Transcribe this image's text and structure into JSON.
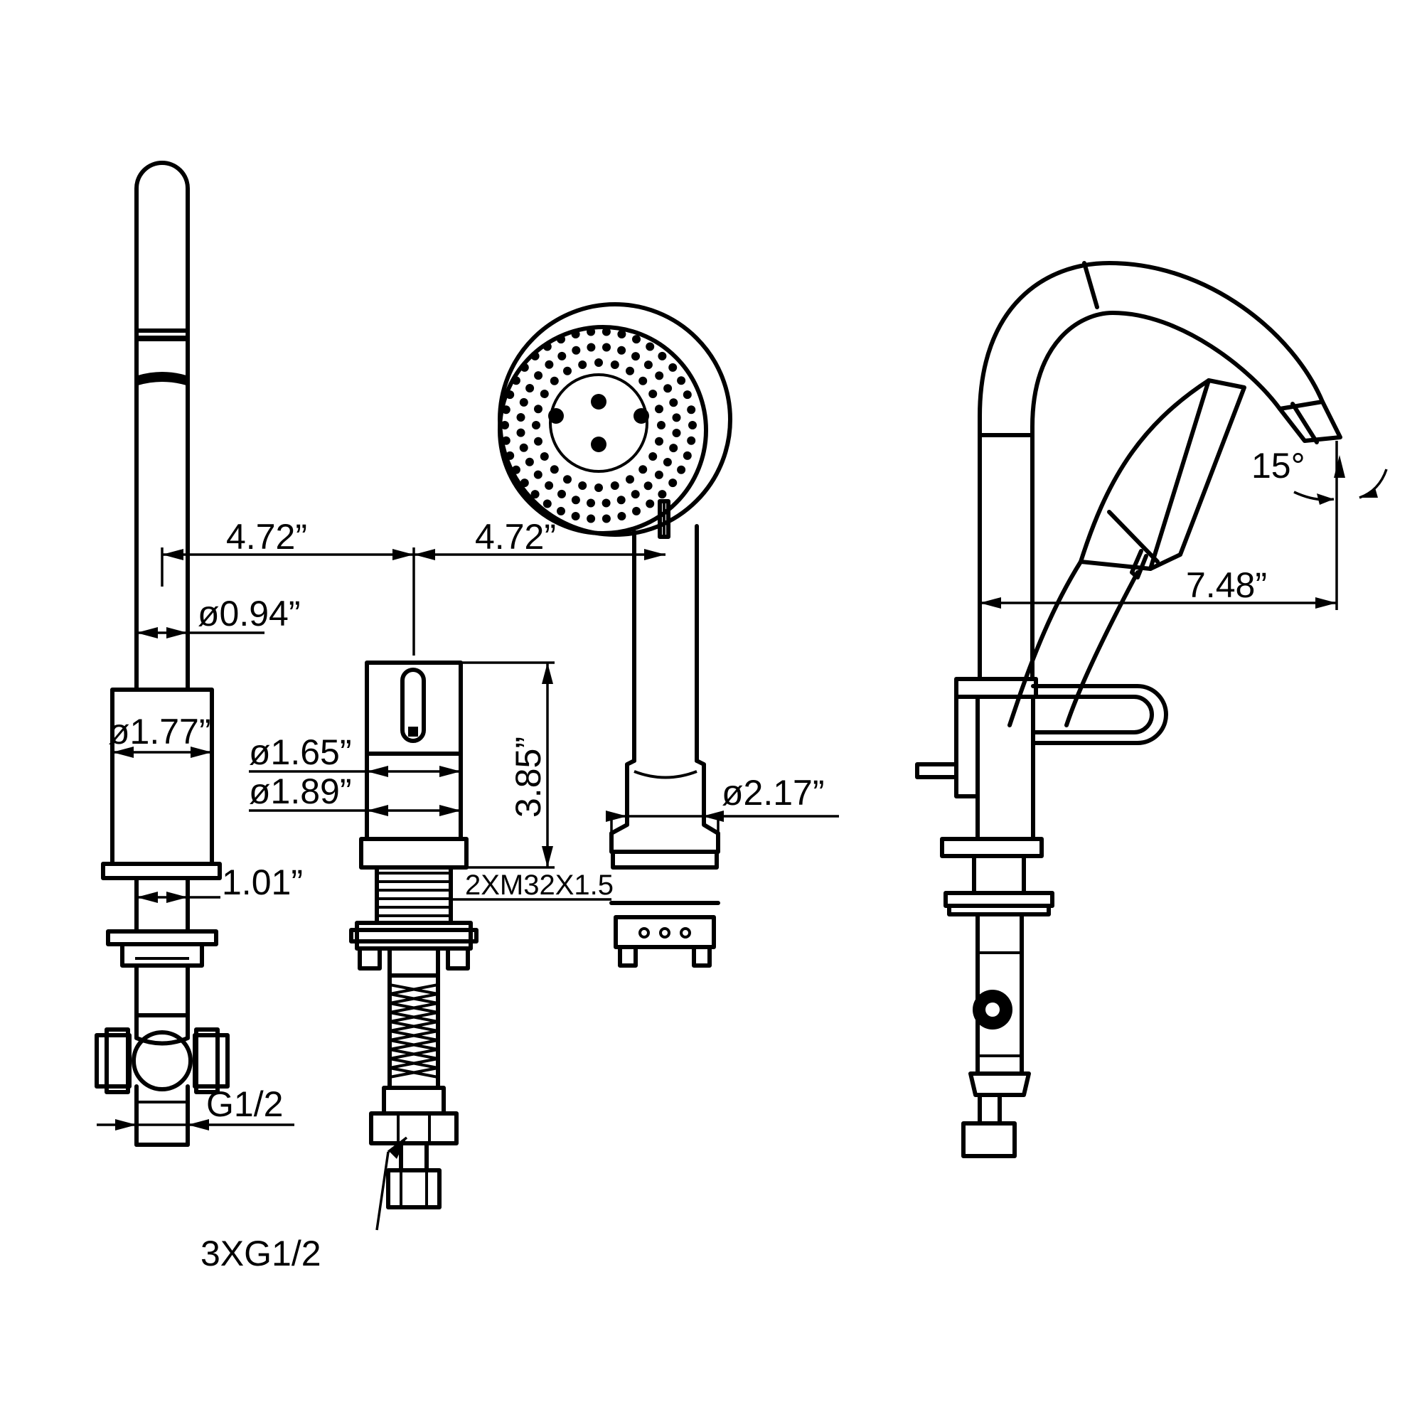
{
  "dimensions": {
    "spacing_left": "4.72”",
    "spacing_right": "4.72”",
    "spout_diameter": "ø0.94”",
    "base_diameter_left": "ø1.77”",
    "base_height_left": "1.01”",
    "inlet_left": "G1/2",
    "handle_diameter_1": "ø1.65”",
    "handle_diameter_2": "ø1.89”",
    "handle_height": "3.85”",
    "thread_spec": "2XM32X1.5",
    "inlet_center": "3XG1/2",
    "holder_diameter": "ø2.17”",
    "reach": "7.48”",
    "tilt_angle": "15°"
  }
}
